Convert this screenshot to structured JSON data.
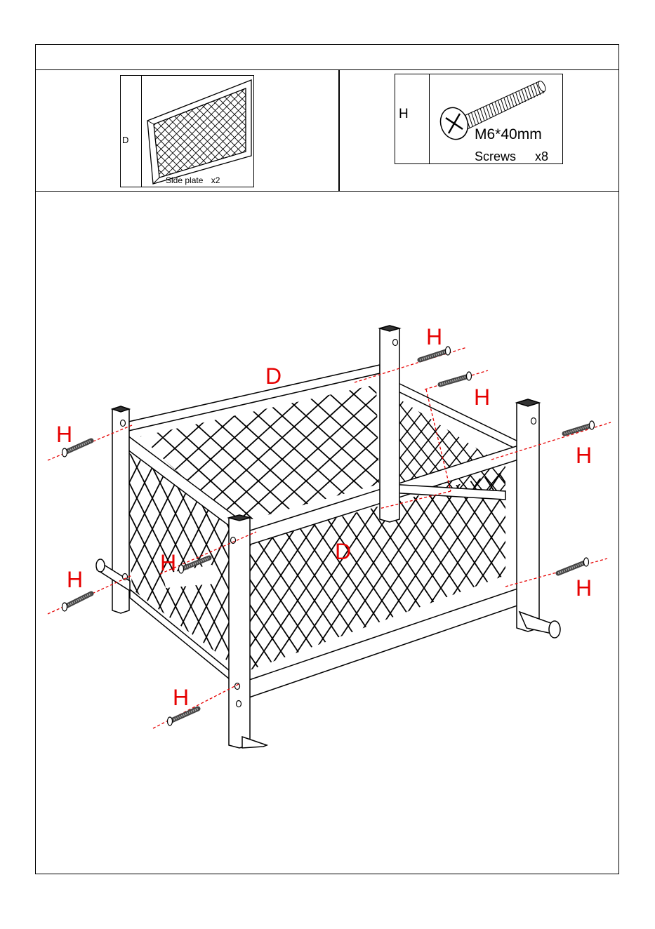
{
  "header": {
    "title": ""
  },
  "parts": {
    "side_plate": {
      "letter": "D",
      "label": "Side plate",
      "qty": "x2"
    },
    "screws": {
      "letter": "H",
      "spec": "M6*40mm",
      "label": "Screws",
      "qty": "x8"
    }
  },
  "diagram": {
    "labels": [
      {
        "id": "top-rail",
        "text": "D"
      },
      {
        "id": "front-panel",
        "text": "D"
      },
      {
        "id": "back-left-top",
        "text": "H"
      },
      {
        "id": "back-right-inner",
        "text": "H"
      },
      {
        "id": "right-top",
        "text": "H"
      },
      {
        "id": "left-top",
        "text": "H"
      },
      {
        "id": "left-lower",
        "text": "H"
      },
      {
        "id": "center-inner",
        "text": "H"
      },
      {
        "id": "front-bottom",
        "text": "H"
      },
      {
        "id": "right-lower",
        "text": "H"
      }
    ]
  },
  "colors": {
    "callout": "#e60000",
    "line": "#000000"
  }
}
